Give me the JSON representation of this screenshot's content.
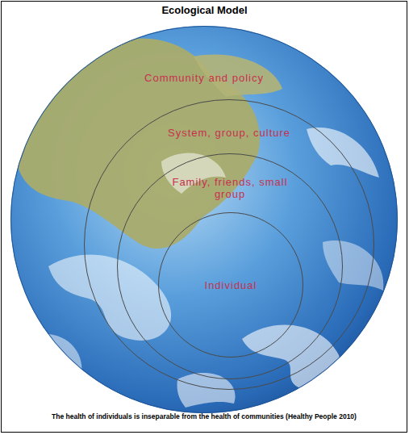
{
  "diagram": {
    "title": "Ecological Model",
    "caption": "The health of individuals is inseparable from the health of communities (Healthy People 2010)",
    "nodes": [
      {
        "text": [
          "Community and policy"
        ]
      },
      {
        "text": [
          "System, group, culture"
        ],
        "in": 0
      },
      {
        "text": [
          "Family, friends, small group"
        ],
        "in": 1
      },
      {
        "text": [
          "Individual"
        ],
        "in": 2
      }
    ]
  }
}
